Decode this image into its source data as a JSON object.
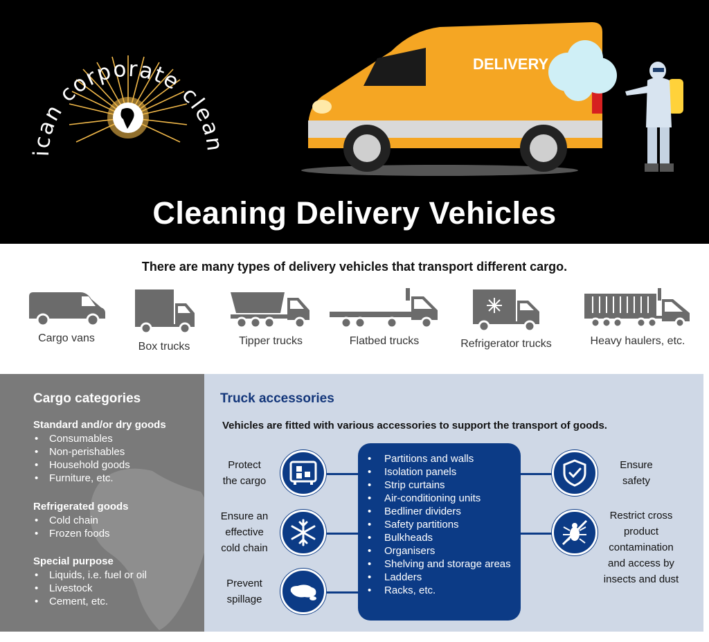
{
  "logo": {
    "text": "african corporate cleaning"
  },
  "hero": {
    "van_text": "DELIVERY"
  },
  "title": "Cleaning Delivery Vehicles",
  "intro": "There are many types of delivery vehicles that transport different cargo.",
  "vehicles": [
    {
      "label": "Cargo vans",
      "icon": "cargo-van-icon"
    },
    {
      "label": "Box trucks",
      "icon": "box-truck-icon"
    },
    {
      "label": "Tipper trucks",
      "icon": "tipper-truck-icon"
    },
    {
      "label": "Flatbed trucks",
      "icon": "flatbed-truck-icon"
    },
    {
      "label": "Refrigerator trucks",
      "icon": "refrigerator-truck-icon"
    },
    {
      "label": "Heavy haulers, etc.",
      "icon": "heavy-hauler-icon"
    }
  ],
  "cargo": {
    "title": "Cargo categories",
    "groups": [
      {
        "heading": "Standard and/or dry goods",
        "items": [
          "Consumables",
          "Non-perishables",
          "Household goods",
          "Furniture, etc."
        ]
      },
      {
        "heading": "Refrigerated goods",
        "items": [
          "Cold chain",
          "Frozen foods"
        ]
      },
      {
        "heading": "Special purpose",
        "items": [
          "Liquids, i.e. fuel or oil",
          "Livestock",
          "Cement, etc."
        ]
      }
    ]
  },
  "accessories": {
    "title": "Truck accessories",
    "subtitle": "Vehicles are fitted with various accessories to support the transport of goods.",
    "items": [
      "Partitions and walls",
      "Isolation panels",
      "Strip curtains",
      "Air-conditioning units",
      "Bedliner dividers",
      "Safety partitions",
      "Bulkheads",
      "Organisers",
      "Shelving and storage areas",
      "Ladders",
      "Racks, etc."
    ],
    "left_functions": [
      {
        "label_lines": [
          "Protect",
          "the cargo"
        ],
        "icon": "cargo-box-icon"
      },
      {
        "label_lines": [
          "Ensure an",
          "effective",
          "cold chain"
        ],
        "icon": "snowflake-icon"
      },
      {
        "label_lines": [
          "Prevent",
          "spillage"
        ],
        "icon": "spill-icon"
      }
    ],
    "right_functions": [
      {
        "label_lines": [
          "Ensure",
          "safety"
        ],
        "icon": "shield-check-icon"
      },
      {
        "label_lines": [
          "Restrict cross",
          "product",
          "contamination",
          "and access by",
          "insects and dust"
        ],
        "icon": "no-insect-icon"
      }
    ]
  },
  "colors": {
    "navy": "#0c3b86",
    "title_blue": "#13367a",
    "van_orange": "#f5a623",
    "panel_grey": "#7a7a7a",
    "panel_blue": "#cfd8e6",
    "icon_grey": "#6b6b6b"
  }
}
